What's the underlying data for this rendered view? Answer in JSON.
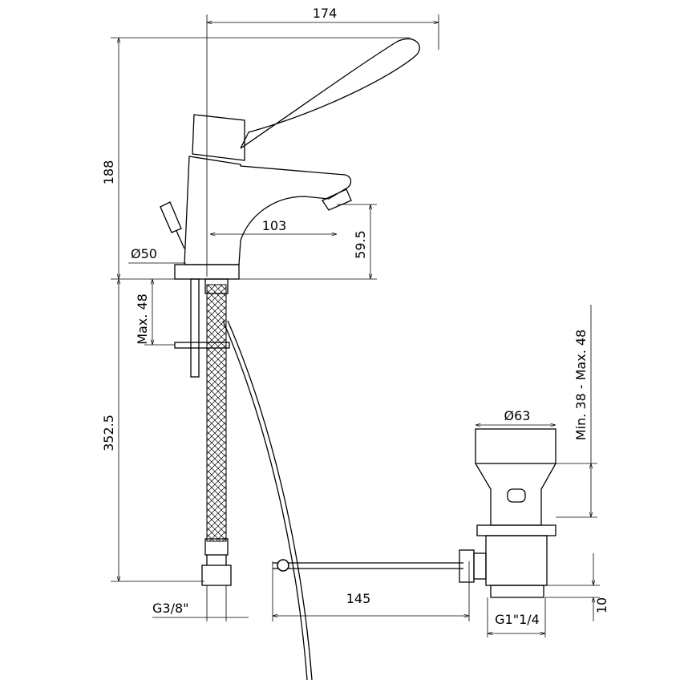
{
  "drawing": {
    "dimensions": {
      "overall_width": "174",
      "overall_height": "188",
      "spout_reach": "103",
      "spout_height": "59.5",
      "base_diameter": "Ø50",
      "max_deck_thickness": "Max. 48",
      "hose_length": "352.5",
      "hose_thread": "G3/8\"",
      "drain_diameter": "Ø63",
      "drain_thickness_range": "Min. 38 - Max. 48",
      "rod_length": "145",
      "drain_thread": "G1\"1/4",
      "thread_length": "10"
    }
  }
}
